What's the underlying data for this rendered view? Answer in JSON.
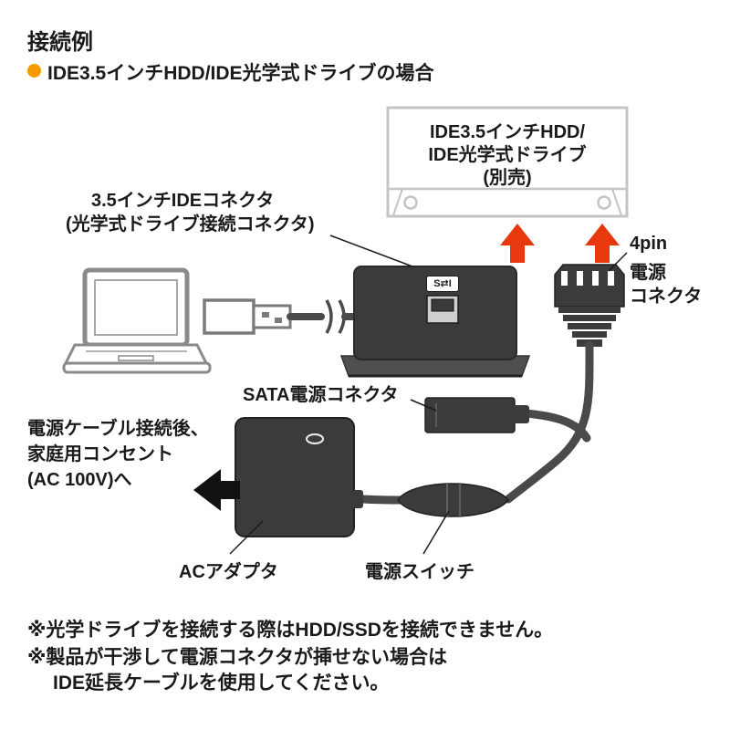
{
  "page": {
    "title": "接続例",
    "subtitle": "IDE3.5インチHDD/IDE光学式ドライブの場合"
  },
  "diagram": {
    "hdd_box": {
      "line1": "IDE3.5インチHDD/",
      "line2": "IDE光学式ドライブ",
      "line3": "(別売)"
    },
    "adapter": {
      "switch_glyph": "S⇄I"
    },
    "labels": {
      "ide_connector_line1": "3.5インチIDEコネクタ",
      "ide_connector_line2": "(光学式ドライブ接続コネクタ)",
      "pin4_line1": "4pin",
      "pin4_line2": "電源",
      "pin4_line3": "コネクタ",
      "sata": "SATA電源コネクタ",
      "outlet_line1": "電源ケーブル接続後、",
      "outlet_line2": "家庭用コンセント",
      "outlet_line3": "(AC 100V)へ",
      "ac_adapter": "ACアダプタ",
      "power_switch": "電源スイッチ"
    },
    "colors": {
      "accent_orange": "#f59b00",
      "arrow_red": "#e8380d",
      "device_dark": "#3b3b3b",
      "laptop_gray": "#8a8a8a",
      "hdd_border": "#c4c4c4"
    }
  },
  "footnotes": {
    "note1": "※光学ドライブを接続する際はHDD/SSDを接続できません。",
    "note2": "※製品が干渉して電源コネクタが挿せない場合は",
    "note3": "IDE延長ケーブルを使用してください。"
  }
}
